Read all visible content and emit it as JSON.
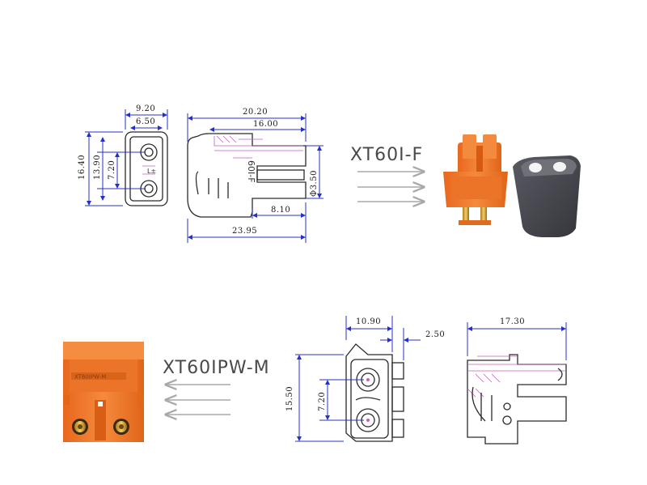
{
  "top": {
    "model_label": "XT60I-F",
    "front_view": {
      "width_outer": "9.20",
      "width_inner": "6.50",
      "height_outer": "16.40",
      "height_inner": "13.90",
      "pin_pitch": "7.20"
    },
    "side_view": {
      "length_top": "20.20",
      "length_inner": "16.00",
      "pin_diameter": "Φ3.50",
      "pin_length": "8.10",
      "total_length": "23.95",
      "body_marking": "60I-F"
    }
  },
  "bottom": {
    "model_label": "XT60IPW-M",
    "product_marking": "XT60IPW-M",
    "front_view": {
      "width": "10.90",
      "offset": "2.50",
      "height": "15.50",
      "pin_pitch": "7.20"
    },
    "side_view": {
      "length": "17.30"
    }
  },
  "colors": {
    "connector_orange": "#f07a30",
    "cap_gray": "#4a4a52",
    "dimension_blue": "#2430c8",
    "arrow_gray": "#a8a8a8"
  }
}
